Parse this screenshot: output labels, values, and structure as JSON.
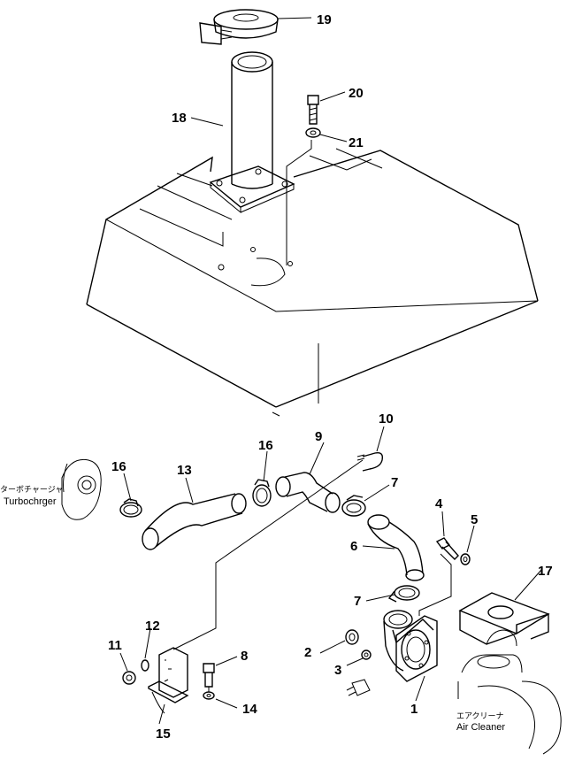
{
  "callouts": [
    "1",
    "2",
    "3",
    "4",
    "5",
    "6",
    "7",
    "7",
    "8",
    "9",
    "10",
    "11",
    "12",
    "13",
    "14",
    "15",
    "16",
    "16",
    "17",
    "18",
    "19",
    "20",
    "21"
  ],
  "labels": {
    "turbo_jp": "ターボチャージャ",
    "turbo_en": "Turbochrger",
    "aircleaner_jp": "エアクリーナ",
    "aircleaner_en": "Air Cleaner"
  }
}
